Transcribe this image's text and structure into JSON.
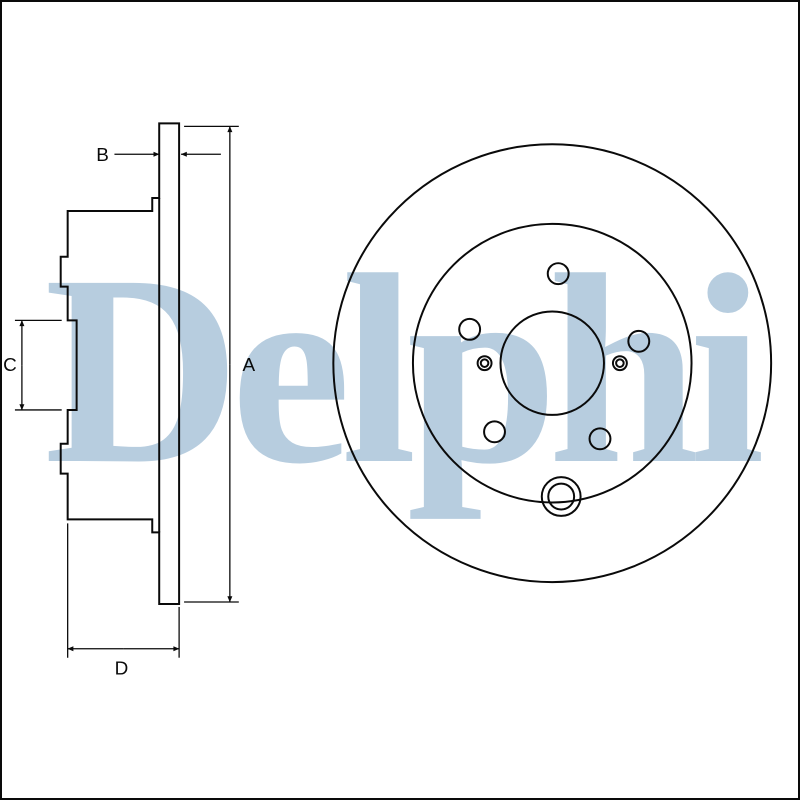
{
  "page": {
    "background_color": "#ffffff",
    "border_color": "#0a0a0a"
  },
  "watermark": {
    "text": "Delphi",
    "color": "#b7cddf"
  },
  "drawing": {
    "line_color": "#0a0a0a",
    "dimension_labels": {
      "a": "A",
      "b": "B",
      "c": "C",
      "d": "D"
    }
  }
}
